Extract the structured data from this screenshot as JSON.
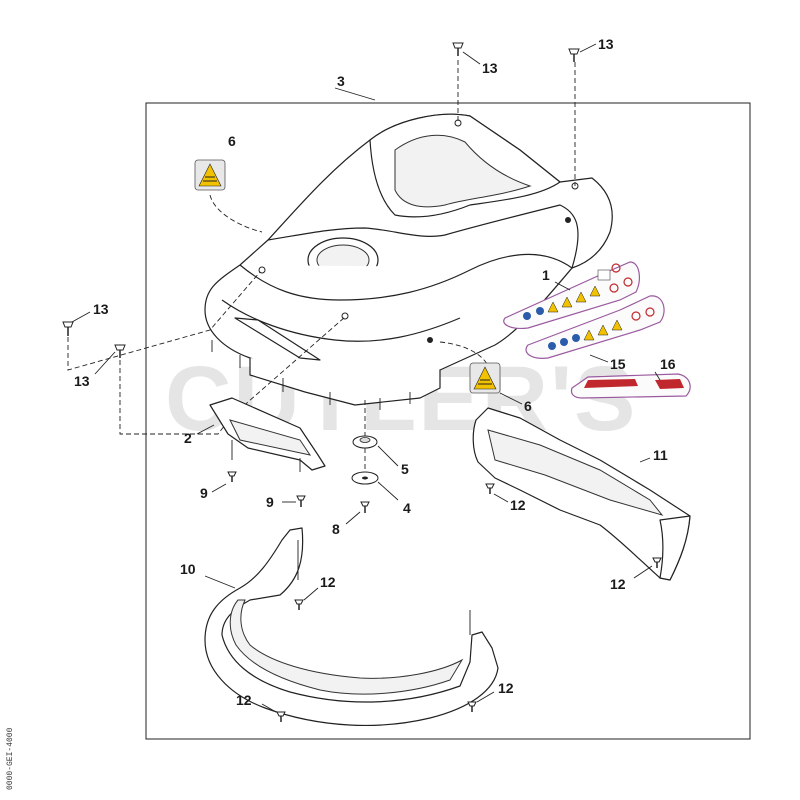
{
  "watermark": "CUTLER'S",
  "drawing_code": "0000-GEI-4000",
  "callouts": {
    "c1": "1",
    "c2": "2",
    "c3": "3",
    "c4": "4",
    "c5": "5",
    "c6a": "6",
    "c6b": "6",
    "c8": "8",
    "c9a": "9",
    "c9b": "9",
    "c10": "10",
    "c11": "11",
    "c12a": "12",
    "c12b": "12",
    "c12c": "12",
    "c12d": "12",
    "c12e": "12",
    "c13a": "13",
    "c13b": "13",
    "c13c": "13",
    "c13d": "13",
    "c15": "15",
    "c16": "16"
  }
}
